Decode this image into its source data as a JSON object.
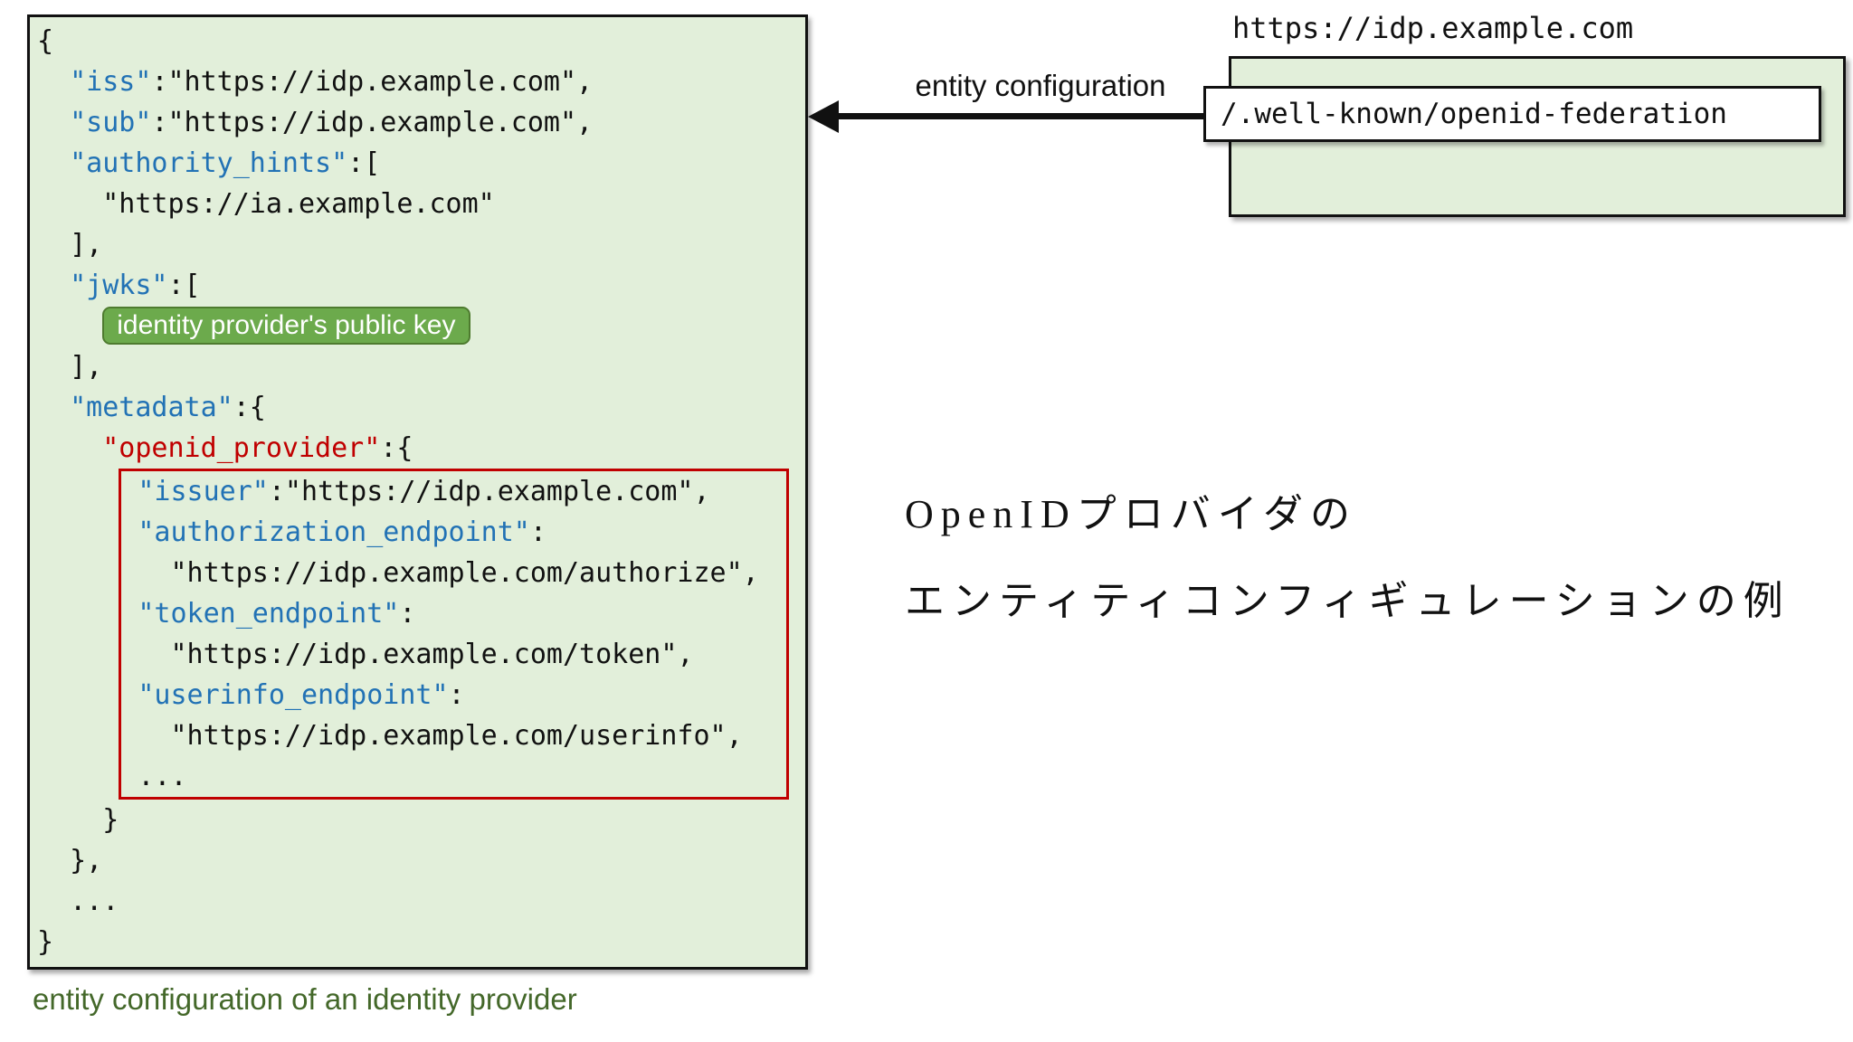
{
  "left_box": {
    "caption": "entity configuration of an identity provider",
    "badge_note": "badge appears inside the jwks array",
    "pre_lines": [
      {
        "indent": 0,
        "segments": [
          {
            "c": "p",
            "t": "{"
          }
        ]
      },
      {
        "indent": 2,
        "segments": [
          {
            "c": "k",
            "t": "\"iss\""
          },
          {
            "c": "p",
            "t": ":\"https://idp.example.com\","
          }
        ]
      },
      {
        "indent": 2,
        "segments": [
          {
            "c": "k",
            "t": "\"sub\""
          },
          {
            "c": "p",
            "t": ":\"https://idp.example.com\","
          }
        ]
      },
      {
        "indent": 2,
        "segments": [
          {
            "c": "k",
            "t": "\"authority_hints\""
          },
          {
            "c": "p",
            "t": ":["
          }
        ]
      },
      {
        "indent": 4,
        "segments": [
          {
            "c": "p",
            "t": "\"https://ia.example.com\""
          }
        ]
      },
      {
        "indent": 2,
        "segments": [
          {
            "c": "p",
            "t": "],"
          }
        ]
      },
      {
        "indent": 2,
        "segments": [
          {
            "c": "k",
            "t": "\"jwks\""
          },
          {
            "c": "p",
            "t": ":["
          }
        ]
      },
      {
        "indent": 4,
        "badge": "identity provider's public key",
        "segments": []
      },
      {
        "indent": 2,
        "segments": [
          {
            "c": "p",
            "t": "],"
          }
        ]
      },
      {
        "indent": 2,
        "segments": [
          {
            "c": "k",
            "t": "\"metadata\""
          },
          {
            "c": "p",
            "t": ":{"
          }
        ]
      },
      {
        "indent": 4,
        "segments": [
          {
            "c": "r",
            "t": "\"openid_provider\""
          },
          {
            "c": "p",
            "t": ":{"
          }
        ]
      }
    ],
    "boxed_lines": [
      {
        "indent": 1,
        "segments": [
          {
            "c": "k",
            "t": "\"issuer\""
          },
          {
            "c": "p",
            "t": ":\"https://idp.example.com\","
          }
        ]
      },
      {
        "indent": 1,
        "segments": [
          {
            "c": "k",
            "t": "\"authorization_endpoint\""
          },
          {
            "c": "p",
            "t": ":"
          }
        ]
      },
      {
        "indent": 3,
        "segments": [
          {
            "c": "p",
            "t": "\"https://idp.example.com/authorize\","
          }
        ]
      },
      {
        "indent": 1,
        "segments": [
          {
            "c": "k",
            "t": "\"token_endpoint\""
          },
          {
            "c": "p",
            "t": ":"
          }
        ]
      },
      {
        "indent": 3,
        "segments": [
          {
            "c": "p",
            "t": "\"https://idp.example.com/token\","
          }
        ]
      },
      {
        "indent": 1,
        "segments": [
          {
            "c": "k",
            "t": "\"userinfo_endpoint\""
          },
          {
            "c": "p",
            "t": ":"
          }
        ]
      },
      {
        "indent": 3,
        "segments": [
          {
            "c": "p",
            "t": "\"https://idp.example.com/userinfo\","
          }
        ]
      },
      {
        "indent": 1,
        "segments": [
          {
            "c": "p",
            "t": "..."
          }
        ]
      }
    ],
    "post_lines": [
      {
        "indent": 4,
        "segments": [
          {
            "c": "p",
            "t": "}"
          }
        ]
      },
      {
        "indent": 2,
        "segments": [
          {
            "c": "p",
            "t": "},"
          }
        ]
      },
      {
        "indent": 2,
        "segments": [
          {
            "c": "p",
            "t": "..."
          }
        ]
      },
      {
        "indent": 0,
        "segments": [
          {
            "c": "p",
            "t": "}"
          }
        ]
      }
    ]
  },
  "idp_box": {
    "title": "https://idp.example.com",
    "path": "/.well-known/openid-federation"
  },
  "arrow": {
    "label": "entity configuration"
  },
  "annotation": {
    "line1": "OpenIDプロバイダの",
    "line2": "エンティティコンフィギュレーションの例"
  },
  "colors": {
    "box_fill": "#e2efda",
    "box_border": "#111111",
    "key_blue": "#2272b5",
    "highlight_red": "#c00000",
    "badge_green": "#6caa4c",
    "badge_border_green": "#4e7b2f",
    "caption_green": "#44682a"
  }
}
